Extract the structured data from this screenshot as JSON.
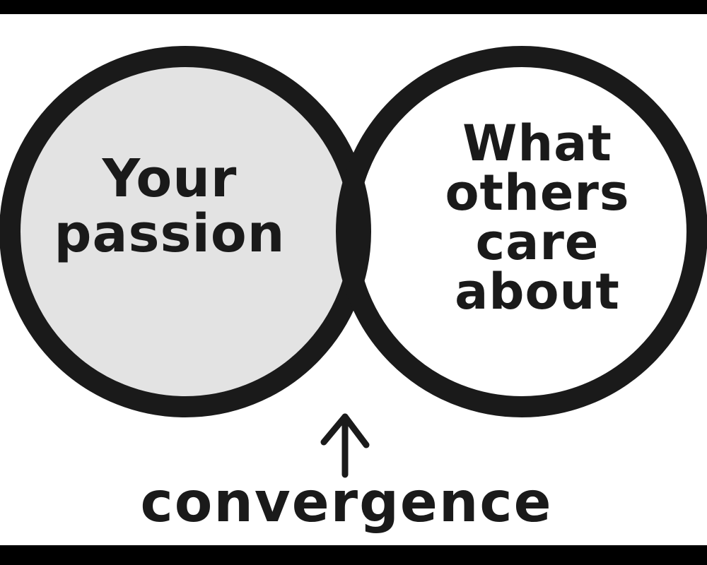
{
  "colors": {
    "border": "#000000",
    "background": "#ffffff",
    "left_fill": "#e3e3e3",
    "right_fill": "#ffffff",
    "ink": "#1a1a1a",
    "stripe": "#1a1a1a"
  },
  "diagram": {
    "left_set": {
      "line1": "Your",
      "line2": "passion"
    },
    "right_set": {
      "line1": "What",
      "line2": "others",
      "line3": "care",
      "line4": "about"
    },
    "intersection": {
      "label": "convergence",
      "pattern": "horizontal-stripes",
      "pointer": "arrow-up"
    }
  }
}
